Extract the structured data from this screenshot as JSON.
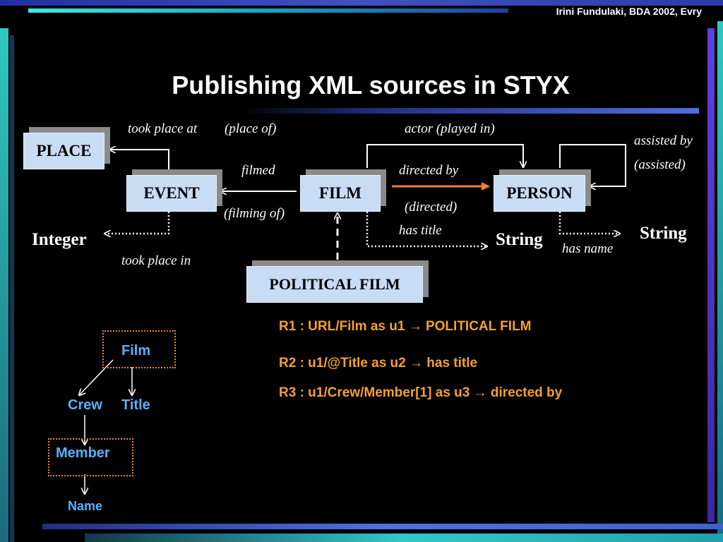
{
  "header": {
    "author": "Irini Fundulaki, BDA 2002, Evry"
  },
  "slide": {
    "title": "Publishing XML sources in STYX"
  },
  "schema": {
    "nodes": {
      "place": "PLACE",
      "event": "EVENT",
      "film": "FILM",
      "person": "PERSON",
      "political_film": "POLITICAL FILM"
    },
    "types": {
      "integer": "Integer",
      "string_film": "String",
      "string_person": "String"
    },
    "labels": {
      "took_place_at": "took place at",
      "place_of": "(place of)",
      "filmed": "filmed",
      "filming_of": "(filming of)",
      "took_place_in": "took place in",
      "actor_played_in": "actor  (played in)",
      "directed_by": "directed by",
      "directed": "(directed)",
      "has_title": "has title",
      "has_name": "has name",
      "assisted_by": "assisted by",
      "assisted": "(assisted)"
    }
  },
  "rules": [
    "R1 : URL/Film as u1 → POLITICAL FILM",
    "R2 : u1/@Title as u2 → has title",
    "R3 : u1/Crew/Member[1] as u3 → directed by"
  ],
  "tree": {
    "film": "Film",
    "crew": "Crew",
    "title": "Title",
    "member": "Member",
    "name": "Name"
  },
  "colors": {
    "background": "#000000",
    "node_fill": "#c8dcf4",
    "rule_text": "#f5a030",
    "tree_text": "#5ab0ff",
    "highlight_arrow": "#f08030"
  }
}
